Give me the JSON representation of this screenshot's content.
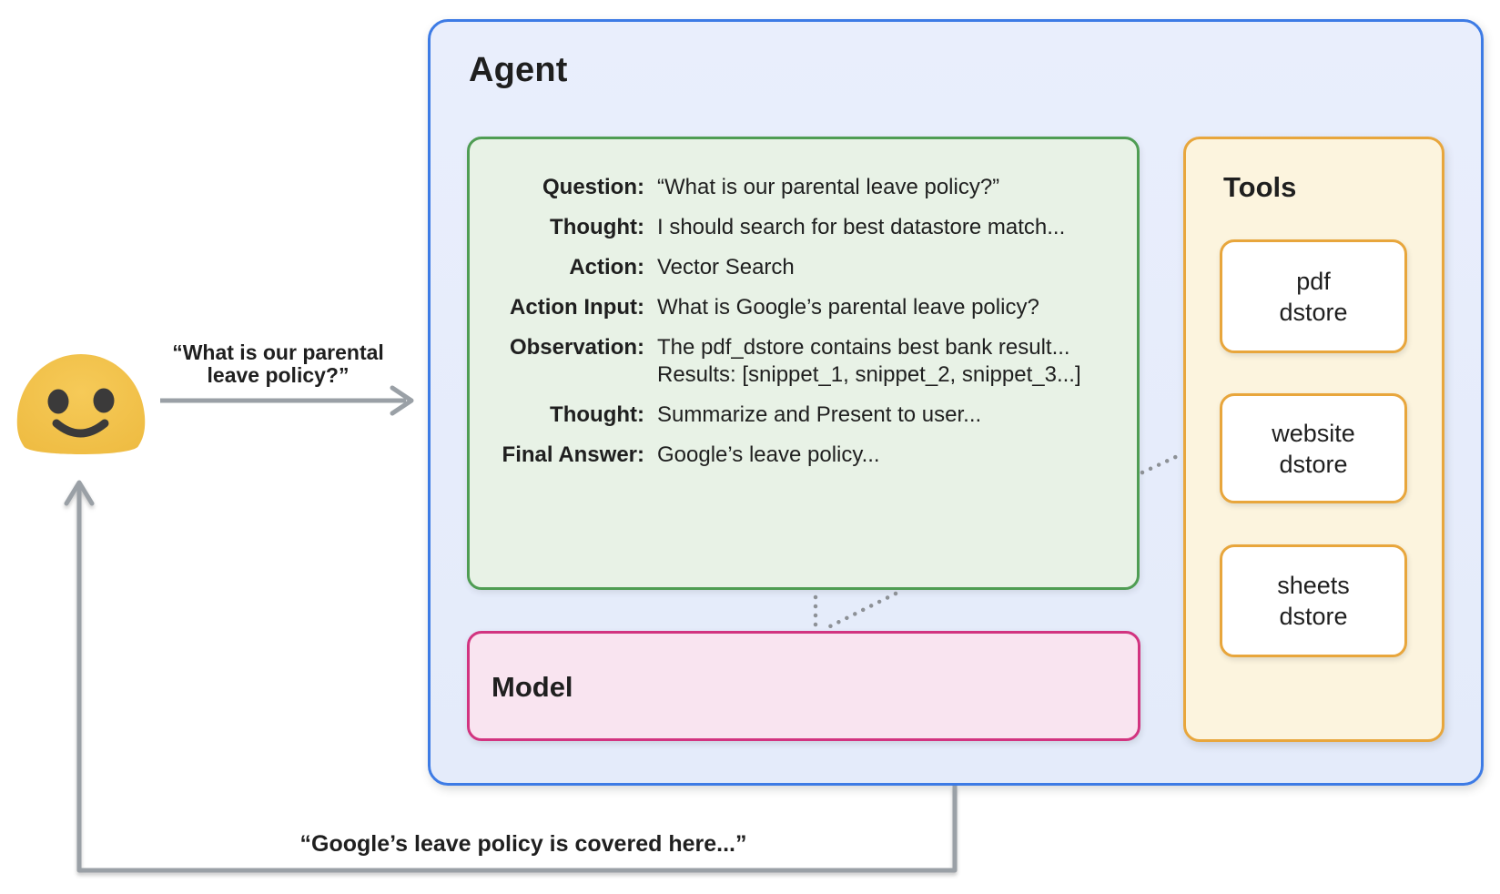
{
  "agent": {
    "title": "Agent"
  },
  "scratchpad": {
    "rows": [
      {
        "label": "Question:",
        "value": "“What is our parental leave policy?”"
      },
      {
        "label": "Thought:",
        "value": "I should search for best datastore match..."
      },
      {
        "label": "Action:",
        "value": "Vector Search"
      },
      {
        "label": "Action Input:",
        "value": "What is Google’s parental leave policy?"
      },
      {
        "label": "Observation:",
        "value": "The pdf_dstore contains best bank result...",
        "value2": "Results: [snippet_1, snippet_2, snippet_3...]"
      },
      {
        "label": "Thought:",
        "value": "Summarize and Present to user..."
      },
      {
        "label": "Final Answer:",
        "value": "Google’s leave policy..."
      }
    ]
  },
  "tools": {
    "title": "Tools",
    "items": [
      {
        "line1": "pdf",
        "line2": "dstore"
      },
      {
        "line1": "website",
        "line2": "dstore"
      },
      {
        "line1": "sheets",
        "line2": "dstore"
      }
    ]
  },
  "model": {
    "title": "Model"
  },
  "user": {
    "query_line1": "“What is our parental",
    "query_line2": "leave policy?”",
    "response": "“Google’s leave policy is covered here...”"
  },
  "icons": {
    "user": "smiley-blob-emoji",
    "query_arrow": "right-arrow",
    "response_arrow": "up-arrow-return-path"
  },
  "colors": {
    "agent_fill": "#E8EDFB",
    "agent_border": "#3D7BE5",
    "scratchpad_fill": "#E8F2E6",
    "scratchpad_border": "#4F9D53",
    "tools_fill": "#FCF4DE",
    "tools_border": "#E8A63C",
    "tool_item_fill": "#FFFFFF",
    "model_fill": "#F9E4F0",
    "model_border": "#D23480",
    "arrow_gray": "#9AA0A6",
    "emoji_yellow": "#F2C14B",
    "emoji_features": "#3B3A3A",
    "text": "#1F1F1F"
  }
}
